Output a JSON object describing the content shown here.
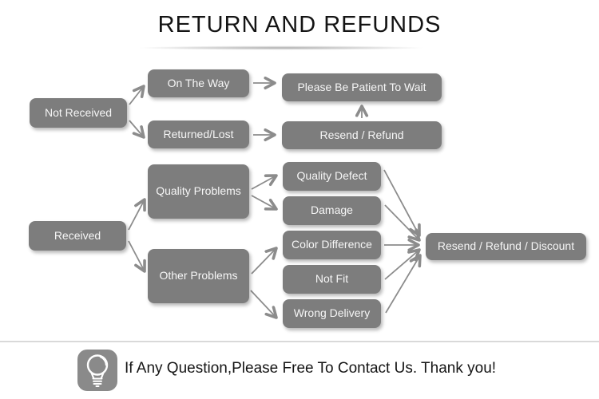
{
  "title": "RETURN AND REFUNDS",
  "colors": {
    "node_background": "#7d7d7d",
    "node_text": "#f6f6f6",
    "arrow": "#8c8c8c",
    "title_text": "#141414",
    "divider": "#d9d9d9"
  },
  "flowchart": {
    "nodes": [
      {
        "id": "not-received",
        "label": "Not Received"
      },
      {
        "id": "on-the-way",
        "label": "On The Way"
      },
      {
        "id": "returned-lost",
        "label": "Returned/Lost"
      },
      {
        "id": "please-wait",
        "label": "Please Be Patient To Wait"
      },
      {
        "id": "resend-refund",
        "label": "Resend / Refund"
      },
      {
        "id": "received",
        "label": "Received"
      },
      {
        "id": "quality-problems",
        "label": "Quality Problems"
      },
      {
        "id": "other-problems",
        "label": "Other Problems"
      },
      {
        "id": "quality-defect",
        "label": "Quality Defect"
      },
      {
        "id": "damage",
        "label": "Damage"
      },
      {
        "id": "color-difference",
        "label": "Color Difference"
      },
      {
        "id": "not-fit",
        "label": "Not Fit"
      },
      {
        "id": "wrong-delivery",
        "label": "Wrong Delivery"
      },
      {
        "id": "resend-refund-discount",
        "label": "Resend / Refund / Discount"
      }
    ],
    "edges": [
      {
        "from": "not-received",
        "to": "on-the-way"
      },
      {
        "from": "not-received",
        "to": "returned-lost"
      },
      {
        "from": "on-the-way",
        "to": "please-wait"
      },
      {
        "from": "returned-lost",
        "to": "resend-refund"
      },
      {
        "from": "resend-refund",
        "to": "please-wait"
      },
      {
        "from": "received",
        "to": "quality-problems"
      },
      {
        "from": "received",
        "to": "other-problems"
      },
      {
        "from": "quality-problems",
        "to": "quality-defect"
      },
      {
        "from": "quality-problems",
        "to": "damage"
      },
      {
        "from": "other-problems",
        "to": "color-difference"
      },
      {
        "from": "other-problems",
        "to": "wrong-delivery"
      },
      {
        "from": "quality-defect",
        "to": "resend-refund-discount"
      },
      {
        "from": "damage",
        "to": "resend-refund-discount"
      },
      {
        "from": "color-difference",
        "to": "resend-refund-discount"
      },
      {
        "from": "not-fit",
        "to": "resend-refund-discount"
      },
      {
        "from": "wrong-delivery",
        "to": "resend-refund-discount"
      }
    ]
  },
  "footer": {
    "icon": "lightbulb-icon",
    "message": "If Any Question,Please Free To Contact Us. Thank you!"
  }
}
